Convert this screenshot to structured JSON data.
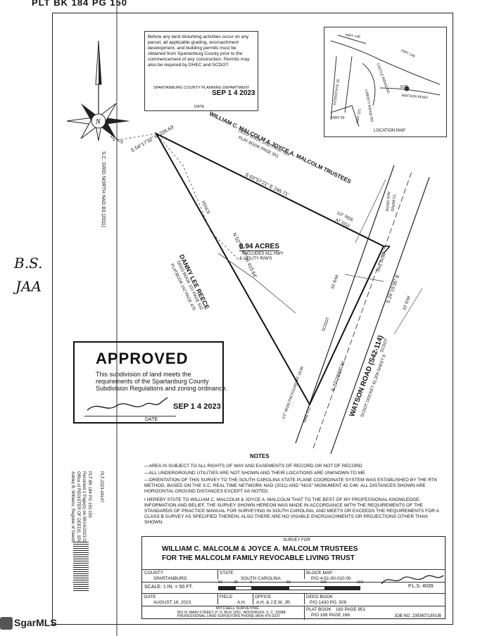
{
  "header": {
    "book_page": "PLT BK 184 PG 150"
  },
  "notice": {
    "text": "Before any land disturbing activities occur on any parcel, all applicable grading, encroachment development, and building permits must be obtained from Spartanburg County prior to the commencement of any construction. Permits may also be required by DHEC and SCDOT.",
    "department": "SPARTANBURG COUNTY PLANNING DEPARTMENT",
    "stamp_date": "SEP 1 4 2023",
    "date_label": "DATE"
  },
  "location_map": {
    "caption": "LOCATION MAP",
    "labels": [
      "HWY 146",
      "HWY 146",
      "INTERSTATE 26",
      "LIBERTY RIDGE RD",
      "CASTLE RIDGE RD",
      "HWY 92",
      "HWY 221",
      "SITE",
      "WATSON ROAD"
    ]
  },
  "plat": {
    "owners_label": "WILLIAM C. MALCOLM & JOYCE A. MALCOLM TRUSTEES",
    "owners_deed": "DEED BOOK 1430 PAGE 509",
    "owners_plat": "PLAT BOOK PAGE 551",
    "acreage": "0.94 ACRES",
    "acreage_note1": "INCLUDES ALL HWY",
    "acreage_note2": "& UTILITY R/W'S",
    "bearing_north": "S 63°57'21\" E  246.71'",
    "bearing_west": "N 52°40'47\" W  415.64'",
    "bearing_nw": "S 54°17'32\" W  226.63'",
    "bearing_south": "S 27°28'59\" W",
    "bearing_east": "S 25°15'35\" E",
    "adjoiner": "DANNY LEE REECE",
    "adjoiner_deed": "DEED BOOK 107 PAGE 532",
    "adjoiner_plat": "PLATBOOK 142 PAGE 479",
    "road": "WATSON ROAD (S42-114)",
    "road_note": "SCDOT DOCKET 42.209 SHEET 8",
    "fence": "FENCE",
    "rebar1": "1/2\" REB.",
    "rebar1_b": "AT 3311'",
    "rebar2": "1/2\" IRON PIN FOUND AT 18.66",
    "row1": "33' R/W",
    "row2": "33' R/W",
    "scdot1": "SCDOT",
    "scdot2": "SCDOT",
    "nail": "NAIL FD.",
    "nad_label": "S.C. GRID NORTH NAD 83 (2011)",
    "pins": "NAIL IRON",
    "right_row": "ROAD R/W",
    "right_row2": "FROM CL"
  },
  "margin_initials": [
    "B.S.",
    "JAA"
  ],
  "recording_text": [
    "PLT-2023-04147",
    "PLT BK 184 PG 150-150",
    "Recorded 1 Page(s) on 09/14/2023 02:40:34 PM",
    "Office of REGISTER OF DEEDS, SPARTANBURG, S.C.",
    "Ashley B. Williams, Register of Deeds"
  ],
  "approved": {
    "title": "APPROVED",
    "text": "This subdivision of land meets the requirements of the Spartanburg County Subdivision Regulations and zoning ordinance.",
    "date": "SEP 1 4 2023",
    "date_label": "DATE"
  },
  "notes": {
    "title": "NOTES",
    "items": [
      "—AREA IS SUBJECT TO ALL RIGHTS OF WAY AND EASEMENTS OF RECORD OR NOT OF RECORD.",
      "—ALL UNDERGROUND UTILITIES ARE NOT SHOWN AND THEIR LOCATIONS ARE UNKNOWN TO ME.",
      "—ORIENTATION OF THIS SURVEY TO THE SOUTH CAROLINA STATE PLANE COORDINATE SYSTEM WAS ESTABLISHED BY THE RTK METHOD, BASED ON THE S.C. REAL TIME NETWORK NAD (2011) AND \"NGS\" MONUMENT 42 C46. ALL DISTANCES SHOWN ARE HORIZONTAL GROUND DISTANCES EXCEPT AS NOTED.",
      "I HEREBY STATE TO WILLIAM C. MALCOLM & JOYCE A. MALCOLM THAT TO THE BEST OF MY PROFESSIONAL KNOWLEDGE, INFORMATION AND BELIEF, THE SURVEY SHOWN HEREON WAS MADE IN ACCORDANCE WITH THE REQUIREMENTS OF THE STANDARDS OF PRACTICE MANUAL FOR SURVEYING IN SOUTH CAROLINA, AND MEETS OR EXCEEDS THE REQUIREMENTS FOR A CLASS B SURVEY AS SPECIFIED THEREIN; ALSO THERE ARE NO VISABLE ENCROACHMENTS OR PROJECTIONS OTHER THAN SHOWN."
    ]
  },
  "title_block": {
    "survey_for": "SURVEY FOR",
    "line1": "WILLIAM C. MALCOLM & JOYCE A. MALCOLM TRUSTEES",
    "line2": "FOR THE MALCOLM FAMILY REVOCABLE LIVING TRUST",
    "county_label": "COUNTY",
    "county": "SPARTANBURG",
    "state_label": "STATE",
    "state": "SOUTH CAROLINA",
    "block_label": "BLOCK MAP",
    "block": "P/O  4-51-00-010.00",
    "scale": "SCALE:  1 IN. = 50 FT.",
    "scale_ticks": [
      "50",
      "25",
      "0",
      "50",
      "100",
      "150"
    ],
    "date_label": "DATE",
    "date": "AUGUST 18, 2023",
    "field_label": "FIELD",
    "field": "A.H.",
    "office_label": "OFFICE",
    "office": "A.H. & J.E.M. JR.",
    "deed_label": "DEED BOOK",
    "deed": "P/O  1430 PG. 509",
    "firm": "MITCHELL SURVEYING",
    "firm_addr": "801 N. MAIN STREET, P. O. BOX 1051, WOODRUFF, S. C. 29388",
    "firm_phone": "PROFESSIONAL LAND SURVEYORS   PHONE (864) 476-0237",
    "plat_label": "PLAT BOOK",
    "plat1": "183 PAGE 951",
    "plat2": "P/O  169 PAGE 166",
    "pls": "P.L.S. 4039",
    "job": "JOB NO. 23EM0718SUB"
  },
  "watermark": {
    "brand": "SgarMLS"
  }
}
